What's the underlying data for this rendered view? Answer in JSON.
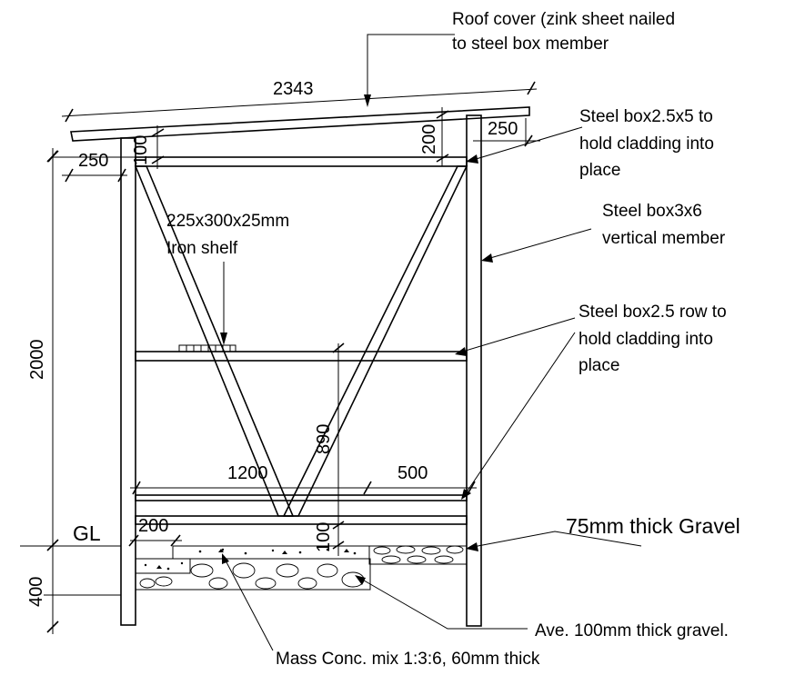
{
  "labels": {
    "roof_line1": "Roof cover (zink sheet nailed",
    "roof_line2": "to steel box member",
    "cladding_top_line1": "Steel box2.5x5 to",
    "cladding_top_line2": "hold cladding into",
    "cladding_top_line3": "place",
    "vertical_line1": "Steel box3x6",
    "vertical_line2": "vertical member",
    "row_line1": "Steel box2.5 row to",
    "row_line2": "hold cladding into",
    "row_line3": "place",
    "shelf_line1": "225x300x25mm",
    "shelf_line2": "Iron shelf",
    "gravel_75": "75mm thick Gravel",
    "gravel_100": "Ave. 100mm thick gravel.",
    "concrete": "Mass Conc. mix 1:3:6, 60mm thick",
    "ground_level": "GL"
  },
  "dimensions": {
    "roof_length": "2343",
    "top_overhang_left": "250",
    "top_overhang_right": "250",
    "top_gap_left": "100",
    "top_gap_right": "200",
    "height": "2000",
    "mid_height": "890",
    "bottom_left_span": "1200",
    "bottom_right_span": "500",
    "base_offset": "200",
    "base_gap": "100",
    "foundation_depth": "400"
  }
}
